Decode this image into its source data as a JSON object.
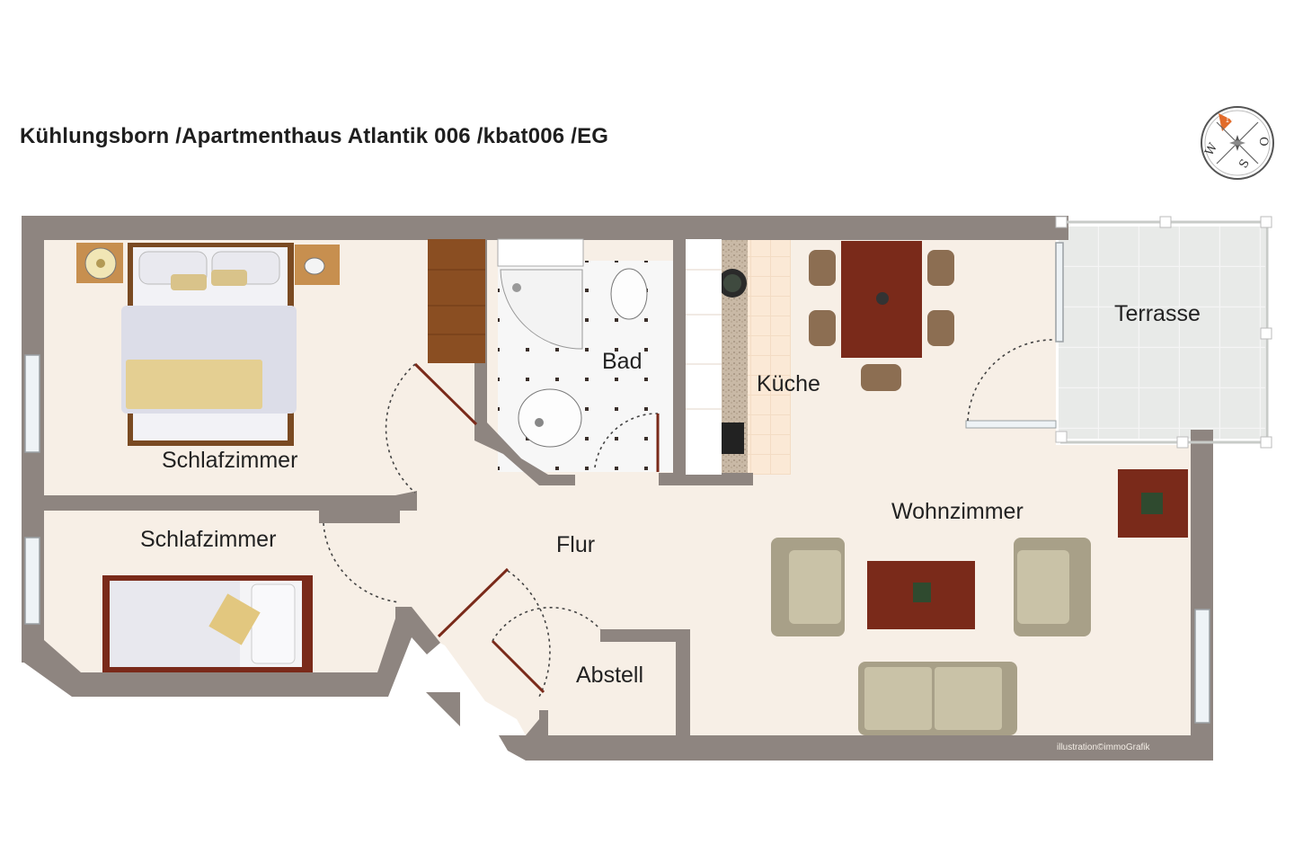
{
  "title": "Kühlungsborn /Apartmenthaus Atlantik 006 /kbat006 /EG",
  "rooms": {
    "bedroom_1": "Schlafzimmer",
    "bedroom_2": "Schlafzimmer",
    "bathroom": "Bad",
    "kitchen": "Küche",
    "terrace": "Terrasse",
    "living_room": "Wohnzimmer",
    "hallway": "Flur",
    "storage": "Abstell"
  },
  "credit": "illustration©immoGrafik",
  "compass": {
    "north": "N",
    "east": "O",
    "south": "S",
    "west": "W"
  },
  "colors": {
    "wall": "#8e8580",
    "floor": "#f7efe6",
    "terrace_tile": "#e4e6e4",
    "wood": "#7a3a22"
  }
}
